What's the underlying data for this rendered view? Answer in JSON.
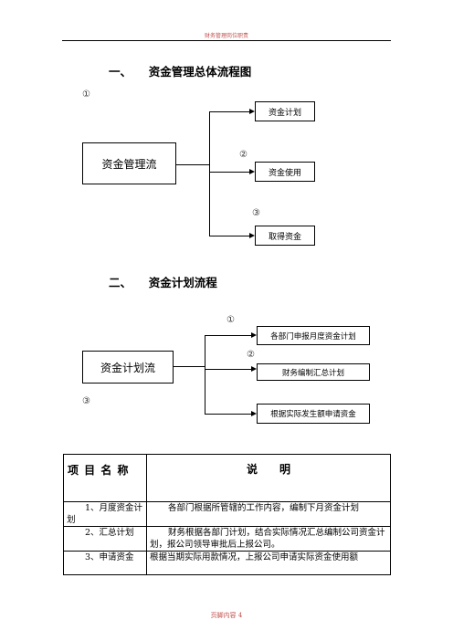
{
  "header": {
    "text": "财务管理岗位职责"
  },
  "section1": {
    "title": "一、　　资金管理总体流程图",
    "main_box": "资金管理流",
    "marks": [
      "①",
      "②",
      "③"
    ],
    "targets": [
      "资金计划",
      "资金使用",
      "取得资金"
    ]
  },
  "section2": {
    "title": "二、　　资金计划流程",
    "main_box": "资金计划流",
    "marks": [
      "①",
      "②",
      "③"
    ],
    "targets": [
      "各部门申报月度资金计划",
      "财务编制汇总计划",
      "根据实际发生额申请资金"
    ]
  },
  "table": {
    "header": {
      "col1": "项 目 名 称",
      "col2": "说　　明"
    },
    "rows": [
      {
        "name": "1、月度资金计划",
        "desc": "各部门根据所管辖的工作内容，编制下月资金计划"
      },
      {
        "name": "2、汇总计划",
        "desc": "财务根据各部门计划，结合实际情况汇总编制公司资金计划，报公司领导审批后上报公司。"
      },
      {
        "name": "3、申请资金",
        "desc": "根据当期实际用款情况，上报公司申请实际资金使用额"
      }
    ]
  },
  "footer": {
    "page_text": "页脚内容 4"
  }
}
